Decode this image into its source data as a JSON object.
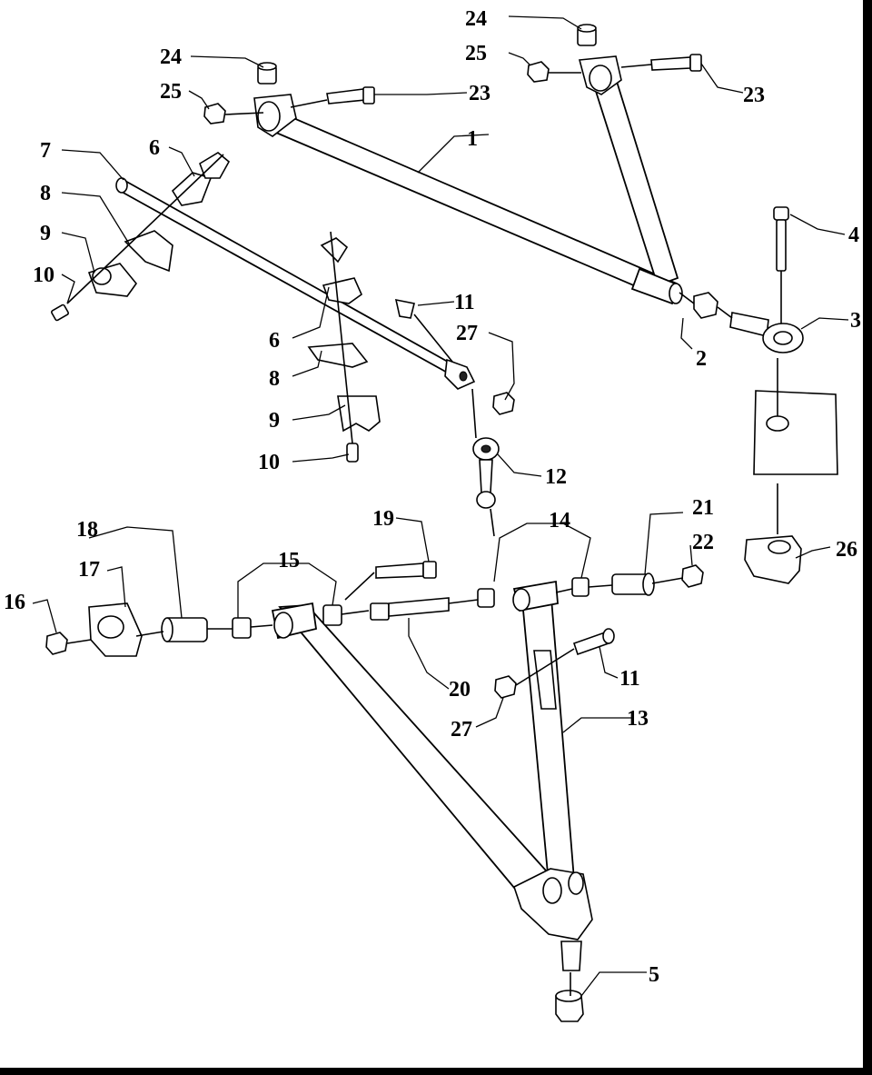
{
  "diagram": {
    "callouts": {
      "c1": "1",
      "c2": "2",
      "c3": "3",
      "c4": "4",
      "c5": "5",
      "c6a": "6",
      "c6b": "6",
      "c7": "7",
      "c8a": "8",
      "c8b": "8",
      "c9a": "9",
      "c9b": "9",
      "c10a": "10",
      "c10b": "10",
      "c11a": "11",
      "c11b": "11",
      "c12": "12",
      "c13": "13",
      "c14": "14",
      "c15": "15",
      "c16": "16",
      "c17": "17",
      "c18": "18",
      "c19": "19",
      "c20": "20",
      "c21": "21",
      "c22": "22",
      "c23a": "23",
      "c23b": "23",
      "c24a": "24",
      "c24b": "24",
      "c25a": "25",
      "c25b": "25",
      "c26": "26",
      "c27a": "27",
      "c27b": "27"
    }
  },
  "colors": {
    "ink": "#000000",
    "paper": "#ffffff",
    "frame": "#000000"
  }
}
